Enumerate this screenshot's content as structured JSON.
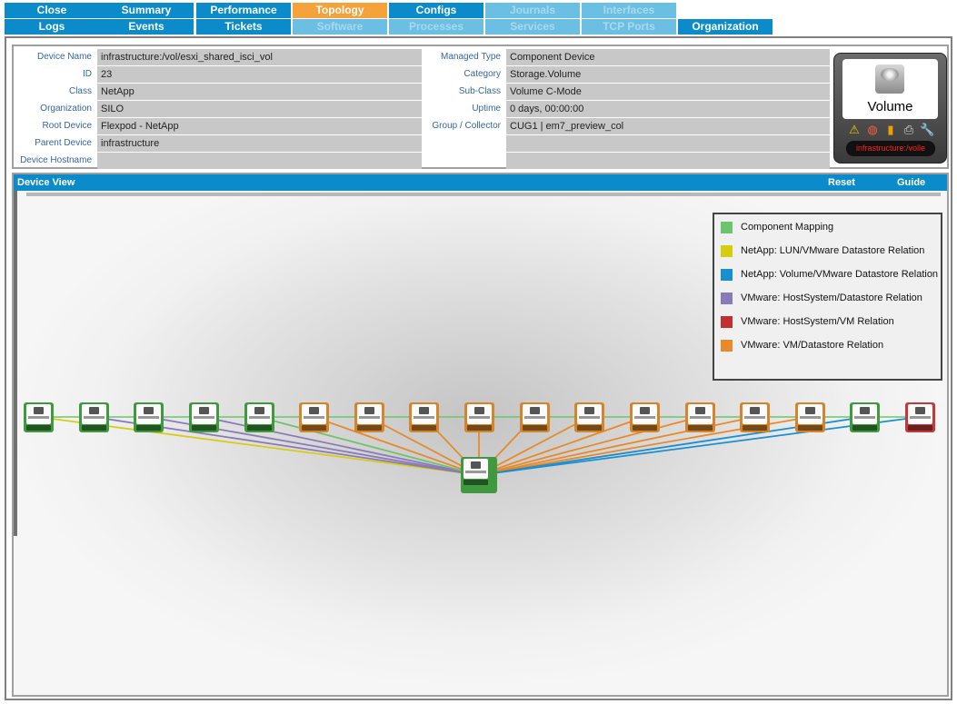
{
  "tabs_row1": [
    {
      "label": "Close",
      "state": "enabled"
    },
    {
      "label": "Summary",
      "state": "enabled"
    },
    {
      "label": "Performance",
      "state": "enabled"
    },
    {
      "label": "Topology",
      "state": "active"
    },
    {
      "label": "Configs",
      "state": "enabled"
    },
    {
      "label": "Journals",
      "state": "disabled"
    },
    {
      "label": "Interfaces",
      "state": "disabled"
    }
  ],
  "tabs_row2": [
    {
      "label": "Logs",
      "state": "enabled"
    },
    {
      "label": "Events",
      "state": "enabled"
    },
    {
      "label": "Tickets",
      "state": "enabled"
    },
    {
      "label": "Software",
      "state": "disabled"
    },
    {
      "label": "Processes",
      "state": "disabled"
    },
    {
      "label": "Services",
      "state": "disabled"
    },
    {
      "label": "TCP Ports",
      "state": "disabled"
    },
    {
      "label": "Organization",
      "state": "enabled"
    }
  ],
  "info": {
    "left": [
      {
        "label": "Device Name",
        "value": "infrastructure:/vol/esxi_shared_isci_vol"
      },
      {
        "label": "ID",
        "value": "23"
      },
      {
        "label": "Class",
        "value": "NetApp"
      },
      {
        "label": "Organization",
        "value": "SILO"
      },
      {
        "label": "Root Device",
        "value": "Flexpod - NetApp"
      },
      {
        "label": "Parent Device",
        "value": "infrastructure"
      },
      {
        "label": "Device Hostname",
        "value": ""
      }
    ],
    "right": [
      {
        "label": "Managed Type",
        "value": "Component Device"
      },
      {
        "label": "Category",
        "value": "Storage.Volume"
      },
      {
        "label": "Sub-Class",
        "value": "Volume C-Mode"
      },
      {
        "label": "Uptime",
        "value": "0 days, 00:00:00"
      },
      {
        "label": "Group / Collector",
        "value": "CUG1 | em7_preview_col"
      },
      {
        "label": "",
        "value": ""
      },
      {
        "label": "",
        "value": ""
      }
    ]
  },
  "badge": {
    "class_label": "Volume",
    "device_short": "infrastructure:/volle",
    "icons": [
      "warning-icon",
      "lifebuoy-icon",
      "bar-chart-icon",
      "printer-icon",
      "wrench-icon"
    ]
  },
  "device_view": {
    "title": "Device View",
    "reset_label": "Reset",
    "guide_label": "Guide"
  },
  "legend": [
    {
      "label": "Component Mapping",
      "color": "#6cc56c"
    },
    {
      "label": "NetApp: LUN/VMware Datastore Relation",
      "color": "#d8cc10"
    },
    {
      "label": "NetApp: Volume/VMware Datastore Relation",
      "color": "#1a8fd0"
    },
    {
      "label": "VMware: HostSystem/Datastore Relation",
      "color": "#8a7bb8"
    },
    {
      "label": "VMware: HostSystem/VM Relation",
      "color": "#c03030"
    },
    {
      "label": "VMware: VM/Datastore Relation",
      "color": "#e68a2a"
    }
  ],
  "topology": {
    "center": {
      "status": "green"
    },
    "nodes": [
      {
        "status": "green",
        "link": "yellow"
      },
      {
        "status": "green",
        "link": "purple"
      },
      {
        "status": "green",
        "link": "purple"
      },
      {
        "status": "green",
        "link": "purple"
      },
      {
        "status": "green",
        "link": "green"
      },
      {
        "status": "orange",
        "link": "orange"
      },
      {
        "status": "orange",
        "link": "orange"
      },
      {
        "status": "orange",
        "link": "orange"
      },
      {
        "status": "orange",
        "link": "orange"
      },
      {
        "status": "orange",
        "link": "orange"
      },
      {
        "status": "orange",
        "link": "orange"
      },
      {
        "status": "orange",
        "link": "orange"
      },
      {
        "status": "orange",
        "link": "orange"
      },
      {
        "status": "orange",
        "link": "orange"
      },
      {
        "status": "orange",
        "link": "orange"
      },
      {
        "status": "green",
        "link": "blue"
      },
      {
        "status": "red",
        "link": "blue"
      }
    ],
    "status_colors": {
      "green": "#3f9a3f",
      "orange": "#d4842a",
      "red": "#c03a3a"
    },
    "link_colors": {
      "green": "#6cc56c",
      "yellow": "#d8cc10",
      "blue": "#1a8fd0",
      "purple": "#8a7bb8",
      "orange": "#e68a2a"
    }
  }
}
